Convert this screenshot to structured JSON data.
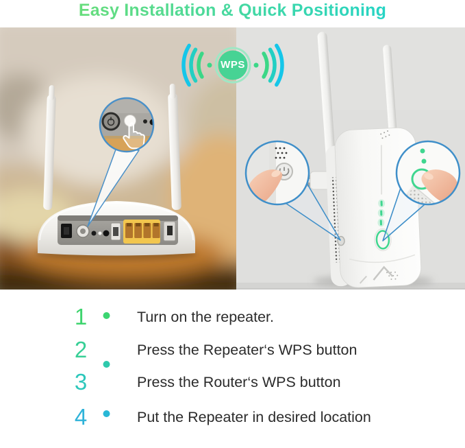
{
  "title": "Easy Installation & Quick Positioning",
  "wps_badge": {
    "label": "WPS"
  },
  "steps": [
    {
      "num": "1",
      "text": "Turn on the repeater.",
      "color": "#3ed46e"
    },
    {
      "num": "2",
      "text": "Press the Repeater‘s WPS button",
      "color": "#37cf96"
    },
    {
      "num": "3",
      "text": "Press the Router‘s WPS button",
      "color": "#2cc7bb"
    },
    {
      "num": "4",
      "text": "Put the Repeater in desired location",
      "color": "#2fb3d9"
    }
  ],
  "colors": {
    "title_gradient_start": "#6ede74",
    "title_gradient_end": "#1fd3cc",
    "wps_circle_green": "#47d394",
    "wifi_arc_inner": "#3bd787",
    "wifi_arc_middle": "#23cfc3",
    "wifi_arc_outer": "#15c6e9",
    "callout_border_blue": "#3f8fc9",
    "led_green": "#3fd68f",
    "step_line_top": "#3ed46e",
    "step_line_bottom": "#2ab0da",
    "step_text": "#2b2b2b"
  },
  "icons": {
    "wifi_signal_left": "wifi-arcs",
    "wifi_signal_right": "wifi-arcs",
    "tap_hand": "hand-cursor-outline",
    "power_symbol": "circle-with-line"
  }
}
